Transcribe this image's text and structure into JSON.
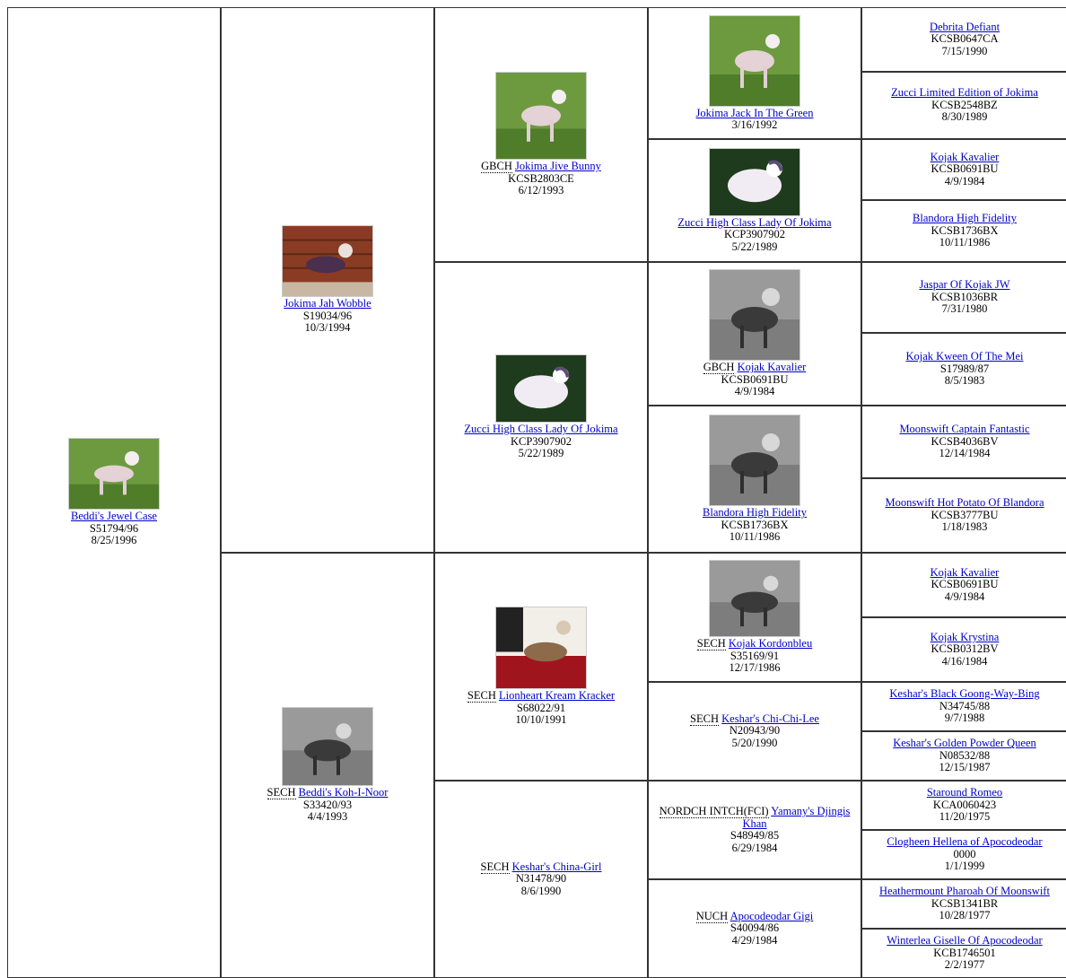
{
  "dogs": {
    "g1_0": {
      "title": "",
      "name": "Beddi's Jewel Case",
      "reg": "S51794/96",
      "date": "8/25/1996",
      "photo": "photo-color-grass"
    },
    "g2_0": {
      "title": "",
      "name": "Jokima Jah Wobble",
      "reg": "S19034/96",
      "date": "10/3/1994",
      "photo": "photo-color-fence"
    },
    "g2_1": {
      "title": "SECH",
      "name": "Beddi's Koh-I-Noor",
      "reg": "S33420/93",
      "date": "4/4/1993",
      "photo": "photo-bw"
    },
    "g3_0": {
      "title": "GBCH",
      "name": "Jokima Jive Bunny",
      "reg": "KCSB2803CE",
      "date": "6/12/1993",
      "photo": "photo-color-grass"
    },
    "g3_1": {
      "title": "",
      "name": "Zucci High Class Lady Of Jokima",
      "reg": "KCP3907902",
      "date": "5/22/1989",
      "photo": "photo-color-dark"
    },
    "g3_2": {
      "title": "SECH",
      "name": "Lionheart Kream Kracker",
      "reg": "S68022/91",
      "date": "10/10/1991",
      "photo": "photo-color-red"
    },
    "g3_3": {
      "title": "SECH",
      "name": "Keshar's China-Girl",
      "reg": "N31478/90",
      "date": "8/6/1990",
      "photo": ""
    },
    "g4_0": {
      "title": "",
      "name": "Jokima Jack In The Green",
      "reg": "",
      "date": "3/16/1992",
      "photo": "photo-color-grass"
    },
    "g4_1": {
      "title": "",
      "name": "Zucci High Class Lady Of Jokima",
      "reg": "KCP3907902",
      "date": "5/22/1989",
      "photo": "photo-color-dark"
    },
    "g4_2": {
      "title": "GBCH",
      "name": "Kojak Kavalier",
      "reg": "KCSB0691BU",
      "date": "4/9/1984",
      "photo": "photo-bw"
    },
    "g4_3": {
      "title": "",
      "name": "Blandora High Fidelity",
      "reg": "KCSB1736BX",
      "date": "10/11/1986",
      "photo": "photo-bw"
    },
    "g4_4": {
      "title": "SECH",
      "name": "Kojak Kordonbleu",
      "reg": "S35169/91",
      "date": "12/17/1986",
      "photo": "photo-bw"
    },
    "g4_5": {
      "title": "SECH",
      "name": "Keshar's Chi-Chi-Lee",
      "reg": "N20943/90",
      "date": "5/20/1990",
      "photo": ""
    },
    "g4_6": {
      "title": "NORDCH INTCH(FCI)",
      "name": "Yamany's Djingis Khan",
      "reg": "S48949/85",
      "date": "6/29/1984",
      "photo": ""
    },
    "g4_7": {
      "title": "NUCH",
      "name": "Apocodeodar Gigi",
      "reg": "S40094/86",
      "date": "4/29/1984",
      "photo": ""
    },
    "g5_0": {
      "title": "",
      "name": "Debrita Defiant",
      "reg": "KCSB0647CA",
      "date": "7/15/1990"
    },
    "g5_1": {
      "title": "",
      "name": "Zucci Limited Edition of Jokima",
      "reg": "KCSB2548BZ",
      "date": "8/30/1989"
    },
    "g5_2": {
      "title": "",
      "name": "Kojak Kavalier",
      "reg": "KCSB0691BU",
      "date": "4/9/1984"
    },
    "g5_3": {
      "title": "",
      "name": "Blandora High Fidelity",
      "reg": "KCSB1736BX",
      "date": "10/11/1986"
    },
    "g5_4": {
      "title": "",
      "name": "Jaspar Of Kojak JW",
      "reg": "KCSB1036BR",
      "date": "7/31/1980"
    },
    "g5_5": {
      "title": "",
      "name": "Kojak Kween Of The Mei",
      "reg": "S17989/87",
      "date": "8/5/1983"
    },
    "g5_6": {
      "title": "",
      "name": "Moonswift Captain Fantastic",
      "reg": "KCSB4036BV",
      "date": "12/14/1984"
    },
    "g5_7": {
      "title": "",
      "name": "Moonswift Hot Potato Of Blandora",
      "reg": "KCSB3777BU",
      "date": "1/18/1983"
    },
    "g5_8": {
      "title": "",
      "name": "Kojak Kavalier",
      "reg": "KCSB0691BU",
      "date": "4/9/1984"
    },
    "g5_9": {
      "title": "",
      "name": "Kojak Krystina",
      "reg": "KCSB0312BV",
      "date": "4/16/1984"
    },
    "g5_10": {
      "title": "",
      "name": "Keshar's Black Goong-Way-Bing",
      "reg": "N34745/88",
      "date": "9/7/1988"
    },
    "g5_11": {
      "title": "",
      "name": "Keshar's Golden Powder Queen",
      "reg": "N08532/88",
      "date": "12/15/1987"
    },
    "g5_12": {
      "title": "",
      "name": "Staround Romeo",
      "reg": "KCA0060423",
      "date": "11/20/1975"
    },
    "g5_13": {
      "title": "",
      "name": "Clogheen Hellena of Apocodeodar",
      "reg": "0000",
      "date": "1/1/1999"
    },
    "g5_14": {
      "title": "",
      "name": "Heathermount Pharoah Of Moonswift",
      "reg": "KCSB1341BR",
      "date": "10/28/1977"
    },
    "g5_15": {
      "title": "",
      "name": "Winterlea Giselle Of Apocodeodar",
      "reg": "KCB1746501",
      "date": "2/2/1977"
    }
  },
  "colors": {
    "link": "#0000cc",
    "border": "#333333"
  }
}
